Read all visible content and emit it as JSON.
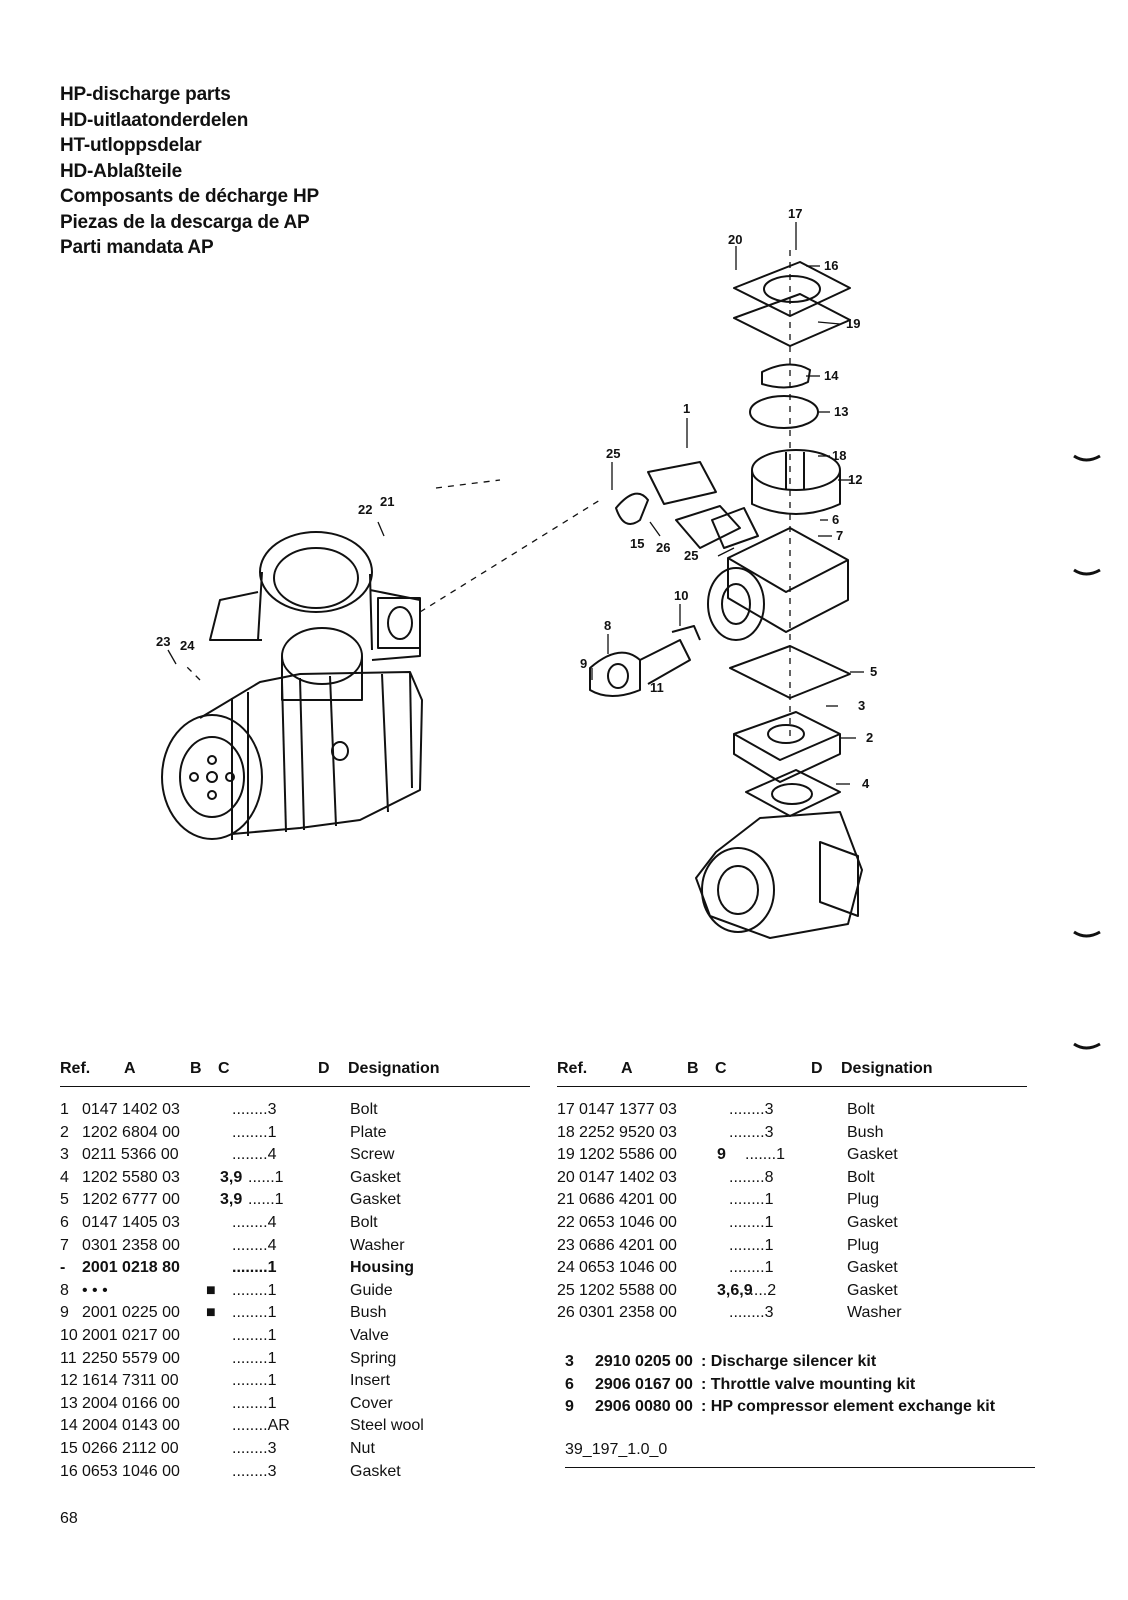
{
  "titles": [
    "HP-discharge parts",
    "HD-uitlaatonderdelen",
    "HT-utloppsdelar",
    "HD-Ablaßteile",
    "Composants de décharge HP",
    "Piezas de la descarga de AP",
    "Parti mandata AP"
  ],
  "headers": {
    "ref": "Ref.",
    "a": "A",
    "b": "B",
    "c": "C",
    "d": "D",
    "designation": "Designation"
  },
  "parts_left": [
    {
      "ref": "1",
      "part": "0147 1402 03",
      "mark": "",
      "c": "",
      "qty": "........3",
      "designation": "Bolt"
    },
    {
      "ref": "2",
      "part": "1202 6804 00",
      "mark": "",
      "c": "",
      "qty": "........1",
      "designation": "Plate"
    },
    {
      "ref": "3",
      "part": "0211 5366 00",
      "mark": "",
      "c": "",
      "qty": "........4",
      "designation": "Screw"
    },
    {
      "ref": "4",
      "part": "1202 5580 03",
      "mark": "",
      "c": "3,9",
      "qty": "......1",
      "designation": "Gasket"
    },
    {
      "ref": "5",
      "part": "1202 6777 00",
      "mark": "",
      "c": "3,9",
      "qty": "......1",
      "designation": "Gasket"
    },
    {
      "ref": "6",
      "part": "0147 1405 03",
      "mark": "",
      "c": "",
      "qty": "........4",
      "designation": "Bolt"
    },
    {
      "ref": "7",
      "part": "0301 2358 00",
      "mark": "",
      "c": "",
      "qty": "........4",
      "designation": "Washer"
    },
    {
      "ref": "-",
      "part": "2001 0218 80",
      "mark": "",
      "c": "",
      "qty": "........1",
      "designation": "Housing"
    },
    {
      "ref": "8",
      "part": "• • •",
      "mark": "■",
      "c": "",
      "qty": "........1",
      "designation": "Guide"
    },
    {
      "ref": "9",
      "part": "2001 0225 00",
      "mark": "■",
      "c": "",
      "qty": "........1",
      "designation": "Bush"
    },
    {
      "ref": "10",
      "part": "2001 0217 00",
      "mark": "",
      "c": "",
      "qty": "........1",
      "designation": "Valve"
    },
    {
      "ref": "11",
      "part": "2250 5579 00",
      "mark": "",
      "c": "",
      "qty": "........1",
      "designation": "Spring"
    },
    {
      "ref": "12",
      "part": "1614 7311 00",
      "mark": "",
      "c": "",
      "qty": "........1",
      "designation": "Insert"
    },
    {
      "ref": "13",
      "part": "2004 0166 00",
      "mark": "",
      "c": "",
      "qty": "........1",
      "designation": "Cover"
    },
    {
      "ref": "14",
      "part": "2004 0143 00",
      "mark": "",
      "c": "",
      "qty": "........AR",
      "designation": "Steel wool"
    },
    {
      "ref": "15",
      "part": "0266 2112 00",
      "mark": "",
      "c": "",
      "qty": "........3",
      "designation": "Nut"
    },
    {
      "ref": "16",
      "part": "0653 1046 00",
      "mark": "",
      "c": "",
      "qty": "........3",
      "designation": "Gasket"
    }
  ],
  "parts_right": [
    {
      "ref": "17",
      "part": "0147 1377 03",
      "mark": "",
      "c": "",
      "qty": "........3",
      "designation": "Bolt"
    },
    {
      "ref": "18",
      "part": "2252 9520 03",
      "mark": "",
      "c": "",
      "qty": "........3",
      "designation": "Bush"
    },
    {
      "ref": "19",
      "part": "1202 5586 00",
      "mark": "",
      "c": "9",
      "qty": ".......1",
      "designation": "Gasket"
    },
    {
      "ref": "20",
      "part": "0147 1402 03",
      "mark": "",
      "c": "",
      "qty": "........8",
      "designation": "Bolt"
    },
    {
      "ref": "21",
      "part": "0686 4201 00",
      "mark": "",
      "c": "",
      "qty": "........1",
      "designation": "Plug"
    },
    {
      "ref": "22",
      "part": "0653 1046 00",
      "mark": "",
      "c": "",
      "qty": "........1",
      "designation": "Gasket"
    },
    {
      "ref": "23",
      "part": "0686 4201 00",
      "mark": "",
      "c": "",
      "qty": "........1",
      "designation": "Plug"
    },
    {
      "ref": "24",
      "part": "0653 1046 00",
      "mark": "",
      "c": "",
      "qty": "........1",
      "designation": "Gasket"
    },
    {
      "ref": "25",
      "part": "1202 5588 00",
      "mark": "",
      "c": "3,6,9",
      "qty": ".....2",
      "designation": "Gasket"
    },
    {
      "ref": "26",
      "part": "0301 2358 00",
      "mark": "",
      "c": "",
      "qty": "........3",
      "designation": "Washer"
    }
  ],
  "kits": [
    {
      "ref": "3",
      "part": "2910 0205 00",
      "description": ": Discharge silencer kit"
    },
    {
      "ref": "6",
      "part": "2906 0167 00",
      "description": ": Throttle valve mounting kit"
    },
    {
      "ref": "9",
      "part": "2906 0080 00",
      "description": ": HP compressor element exchange kit"
    }
  ],
  "doc_ref": "39_197_1.0_0",
  "page_number": "68",
  "callouts": [
    "1",
    "2",
    "3",
    "4",
    "5",
    "6",
    "7",
    "8",
    "9",
    "10",
    "11",
    "12",
    "13",
    "14",
    "15",
    "16",
    "17",
    "18",
    "19",
    "20",
    "21",
    "22",
    "23",
    "24",
    "25",
    "26"
  ]
}
